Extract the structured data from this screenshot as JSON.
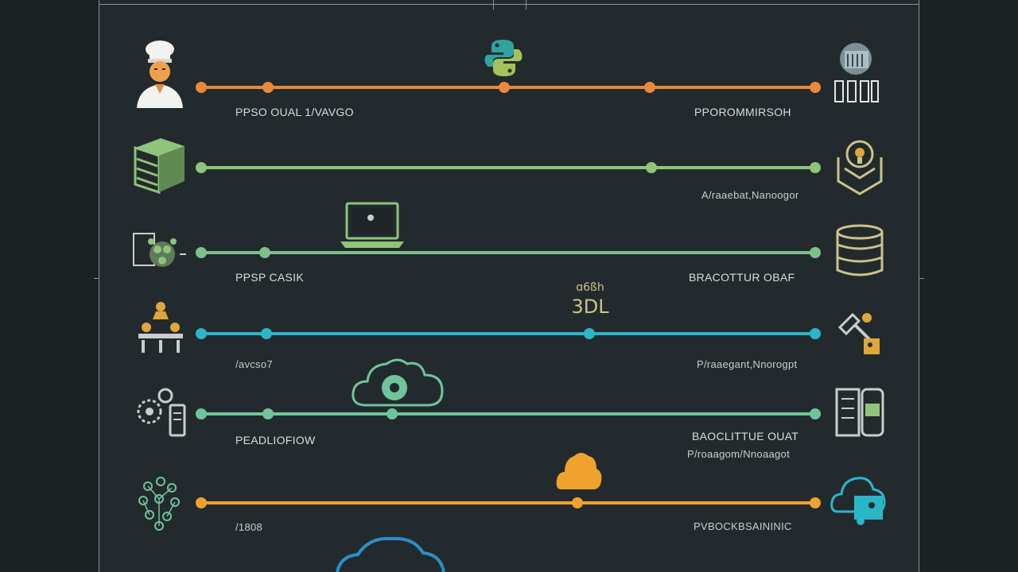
{
  "rows": [
    {
      "color": "#e88a3a",
      "left_label": "PPSO OUAL 1/VAVGO",
      "right_label": "PPOROMMIRSOH",
      "left_icon": "chef-icon",
      "right_icon": "server-rack-icon",
      "center_icon": "python-logo-icon"
    },
    {
      "color": "#8fc47a",
      "left_label": "",
      "right_label": "A/raaebat,Nanoogor",
      "left_icon": "database-stack-icon",
      "right_icon": "lightbulb-head-icon"
    },
    {
      "color": "#7fc08a",
      "left_label": "PPSP CASIK",
      "right_label": "BRACOTTUR OBAF",
      "left_icon": "brain-network-icon",
      "right_icon": "database-cylinder-icon",
      "center_icon": "laptop-icon"
    },
    {
      "color": "#2bb6c8",
      "left_label": "/avcso7",
      "right_label": "P/raaegant,Nnorogpt",
      "left_icon": "team-people-icon",
      "right_icon": "tools-icon",
      "center_text_top": "ɑ6ßh",
      "center_text": "3DL"
    },
    {
      "color": "#6fc59b",
      "left_label": "PEADLIOFIOW",
      "right_label": "BAOCLITTUE OUAT",
      "right_sublabel": "P/roaagom/Nnoaagot",
      "left_icon": "gears-phone-icon",
      "right_icon": "file-cabinet-icon",
      "center_icon": "cloud-gear-icon"
    },
    {
      "color": "#f0a22e",
      "left_label": "/1808",
      "right_label": "PVBOCKBSAININIC",
      "left_icon": "ai-brain-icon",
      "right_icon": "cloud-puzzle-icon",
      "center_icon": "orange-cloud-icon"
    }
  ],
  "colors": {
    "background": "#1c2124",
    "panel": "#232a2d",
    "frame": "#8a9297"
  }
}
